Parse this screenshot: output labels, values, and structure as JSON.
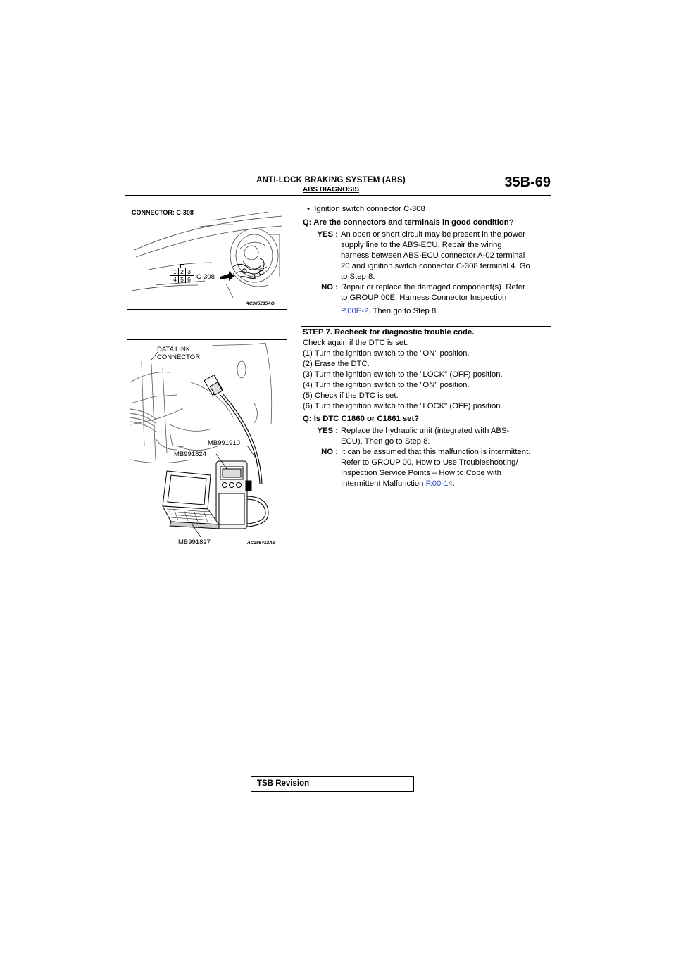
{
  "header": {
    "title": "ANTI-LOCK BRAKING SYSTEM (ABS)",
    "subtitle": "ABS DIAGNOSIS",
    "page_number": "35B-69"
  },
  "figure1": {
    "title": "CONNECTOR: C-308",
    "connector_label": "C-308",
    "pins_top": [
      "1",
      "2",
      "3"
    ],
    "pins_bottom": [
      "4",
      "5",
      "6"
    ],
    "code": "AC305235AG"
  },
  "figure2": {
    "label_line1": "DATA LINK",
    "label_line2": "CONNECTOR",
    "tool1": "MB991910",
    "tool2": "MB991824",
    "tool3": "MB991827",
    "code": "AC305412AB"
  },
  "section1": {
    "bullet": "Ignition switch connector C-308",
    "question": "Q: Are the connectors and terminals in good condition?",
    "yes_key": "YES :",
    "yes_line1": "An open or short circuit may be present in the power",
    "yes_line2": "supply line to the ABS-ECU. Repair the wiring",
    "yes_line3": "harness between ABS-ECU connector A-02 terminal",
    "yes_line4": "20 and ignition switch connector C-308 terminal 4. Go",
    "yes_line5": "to Step 8.",
    "no_key": "NO :",
    "no_line1": "Repair or replace the damaged component(s). Refer",
    "no_line2": "to GROUP 00E, Harness Connector Inspection",
    "no_link": "P.00E-2",
    "no_line3_rest": ". Then go to Step 8."
  },
  "section2": {
    "step_title": "STEP 7. Recheck for diagnostic trouble code.",
    "intro": "Check again if the DTC is set.",
    "steps": [
      "(1) Turn the ignition switch to the \"ON\" position.",
      "(2) Erase the DTC.",
      "(3) Turn the ignition switch to the \"LOCK\" (OFF) position.",
      "(4) Turn the ignition switch to the \"ON\" position.",
      "(5) Check if the DTC is set.",
      "(6) Turn the ignition switch to the \"LOCK\" (OFF) position."
    ],
    "question": "Q: Is DTC C1860 or C1861 set?",
    "yes_key": "YES :",
    "yes_line1": "Replace the hydraulic unit (integrated with ABS-",
    "yes_line2": "ECU). Then go to Step 8.",
    "no_key": "NO :",
    "no_line1": "It can be assumed that this malfunction is intermittent.",
    "no_line2": "Refer to GROUP 00, How to Use Troubleshooting/",
    "no_line3": "Inspection Service Points – How to Cope with",
    "no_line4_pre": "Intermittent Malfunction ",
    "no_link": "P.00-14",
    "no_line4_post": "."
  },
  "footer": {
    "label": "TSB Revision"
  }
}
